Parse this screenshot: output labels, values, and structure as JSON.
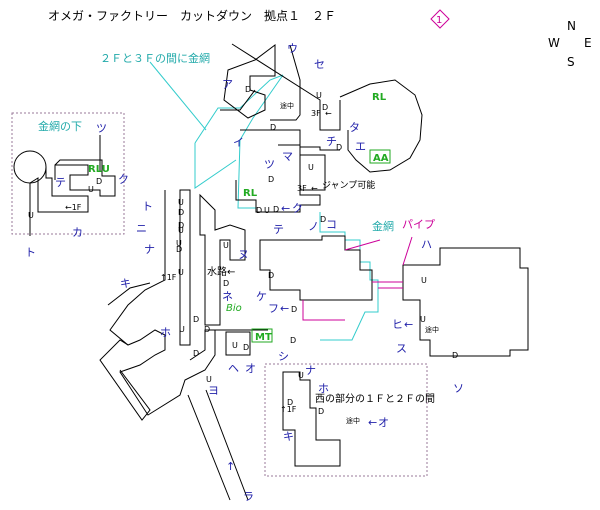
{
  "title": "オメガ・ファクトリー　カットダウン　拠点１　２Ｆ",
  "floor_badge": "1",
  "compass": {
    "n": "N",
    "e": "E",
    "s": "S",
    "w": "W"
  },
  "notes": {
    "fence_23": "２Ｆと３Ｆの間に金網",
    "under_fence": "金網の下",
    "fence": "金網",
    "pipe": "パイプ",
    "jump": "ジャンプ可能",
    "water": "水路←",
    "bio": "Bio",
    "west_part": "西の部分の１Ｆと２Ｆの間"
  },
  "markers": {
    "rl": "RL",
    "aa": "AA",
    "mt": "MT",
    "rlu": "RLU",
    "d": "D",
    "u": "U",
    "mid": "途中",
    "f3": "3F",
    "f1": "1F",
    "arrow_1f": "←1F",
    "up_1f": "↑1F"
  },
  "labels": {
    "a": "ア",
    "i": "イ",
    "u": "ウ",
    "e": "エ",
    "o": "オ",
    "ka": "カ",
    "ki": "キ",
    "ku": "ク",
    "ke": "ケ",
    "ko": "コ",
    "shi": "シ",
    "su": "ス",
    "se": "セ",
    "so": "ソ",
    "ta": "タ",
    "chi": "チ",
    "tsu": "ツ",
    "te": "テ",
    "to": "ト",
    "na": "ナ",
    "ni": "ニ",
    "nu": "ヌ",
    "ne": "ネ",
    "no": "ノ",
    "ha": "ハ",
    "hi": "ヒ",
    "fu": "フ",
    "he": "ヘ",
    "ho": "ホ",
    "ma": "マ",
    "yo": "ヨ",
    "ra": "ラ"
  },
  "arrow_left": "←",
  "arrow_up": "↑",
  "colors": {
    "label": "#2222aa",
    "fence": "#33cccc",
    "pipe": "#cc0099",
    "green": "#22aa22",
    "inset_border": "#9a7a9a"
  }
}
